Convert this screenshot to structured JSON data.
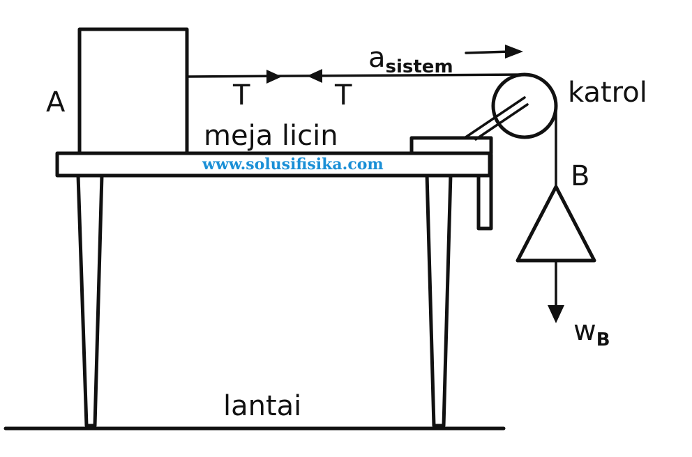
{
  "labels": {
    "block_a": "A",
    "tension_left": "T",
    "tension_right": "T",
    "acceleration_main": "a",
    "acceleration_sub": "sistem",
    "pulley": "katrol",
    "table": "meja licin",
    "hanging_mass": "B",
    "weight_main": "w",
    "weight_sub": "B",
    "floor": "lantai"
  },
  "watermark": {
    "text": "www.solusifisika.com",
    "color": "#1a8fd6"
  },
  "colors": {
    "ink": "#111111",
    "background": "#ffffff"
  }
}
